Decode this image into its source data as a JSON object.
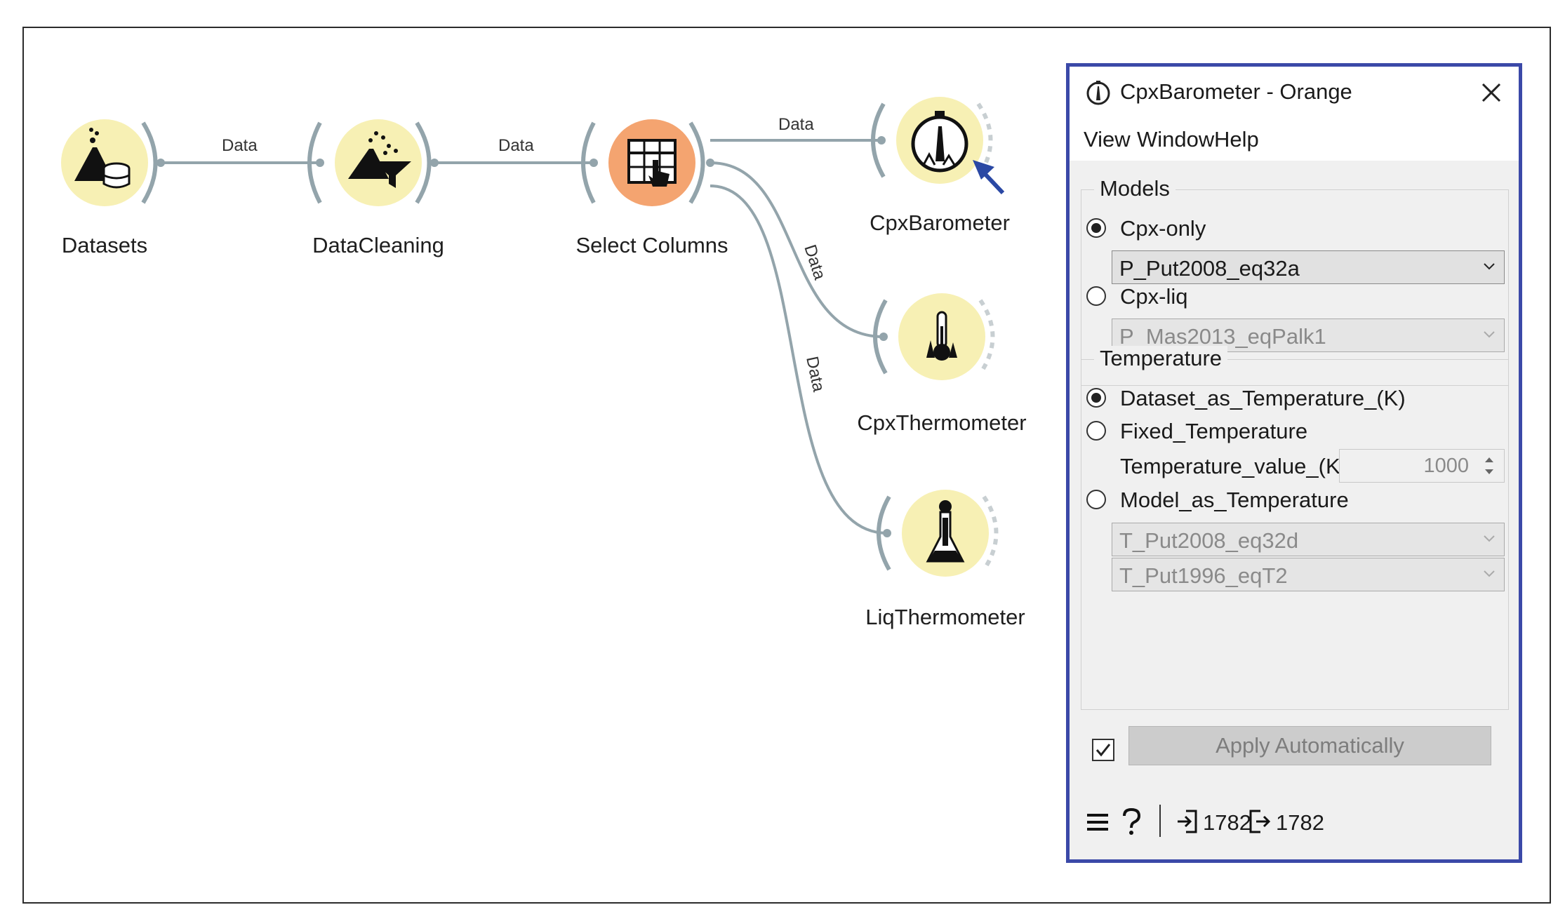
{
  "canvas": {
    "nodes": [
      {
        "label": "Datasets"
      },
      {
        "label": "DataCleaning"
      },
      {
        "label": "Select Columns"
      },
      {
        "label": "CpxBarometer"
      },
      {
        "label": "CpxThermometer"
      },
      {
        "label": "LiqThermometer"
      }
    ],
    "links": [
      {
        "label": "Data"
      },
      {
        "label": "Data"
      },
      {
        "label": "Data"
      },
      {
        "label": "Data"
      },
      {
        "label": "Data"
      }
    ],
    "widget_color": "#f7f0b4",
    "select_color": "#f4a470",
    "channel_color": "#93a4ab",
    "pointer_color": "#2a48a4"
  },
  "dialog": {
    "title": "CpxBarometer - Orange",
    "menu": [
      "View",
      "Window",
      "Help"
    ],
    "models_group": {
      "title": "Models",
      "options": [
        {
          "label": "Cpx-only",
          "checked": true,
          "combo": "P_Put2008_eq32a",
          "combo_enabled": true
        },
        {
          "label": "Cpx-liq",
          "checked": false,
          "combo": "P_Mas2013_eqPalk1",
          "combo_enabled": false
        }
      ]
    },
    "temperature_group": {
      "title": "Temperature",
      "options": [
        {
          "label": "Dataset_as_Temperature_(K)",
          "checked": true
        },
        {
          "label": "Fixed_Temperature",
          "checked": false
        },
        {
          "label": "Model_as_Temperature",
          "checked": false
        }
      ],
      "temp_value_label": "Temperature_value_(K)",
      "temp_value": "1000",
      "model_combos": [
        "T_Put2008_eq32d",
        "T_Put1996_eqT2"
      ]
    },
    "apply_automatically": {
      "label": "Apply Automatically",
      "checked": true
    },
    "status": {
      "input_count": "1782",
      "output_count": "1782"
    },
    "border_color": "#3b49a8"
  }
}
